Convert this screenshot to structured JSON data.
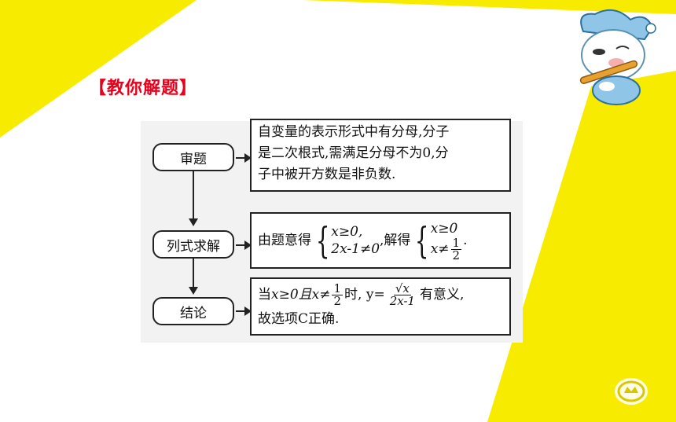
{
  "title": "【教你解题】",
  "steps": [
    {
      "label": "审题"
    },
    {
      "label": "列式求解"
    },
    {
      "label": "结论"
    }
  ],
  "box1": {
    "lines": [
      "自变量的表示形式中有分母,分子",
      "是二次根式,需满足分母不为0,分",
      "子中被开方数是非负数."
    ]
  },
  "box2": {
    "prefix": "由题意得",
    "sys1": [
      "x≥0,",
      "2x-1≠0"
    ],
    "middle": ",解得",
    "sys2_line1": "x≥0",
    "sys2_line2_lhs": "x≠",
    "half_num": "1",
    "half_den": "2",
    "end": "."
  },
  "box3": {
    "p1": "当",
    "p2": "x≥0且x≠",
    "half_num": "1",
    "half_den": "2",
    "p3": "时, y=",
    "frac_num": "√x",
    "frac_den": "2x-1",
    "p4": "有意义,",
    "line2": "故选项C正确."
  },
  "colors": {
    "accent_yellow": "#f7ec00",
    "title_red": "#e8001c",
    "panel_gray": "#f2f2f2"
  },
  "icons": {
    "mascot": "cartoon-dog-mascot",
    "logo": "publisher-logo"
  }
}
